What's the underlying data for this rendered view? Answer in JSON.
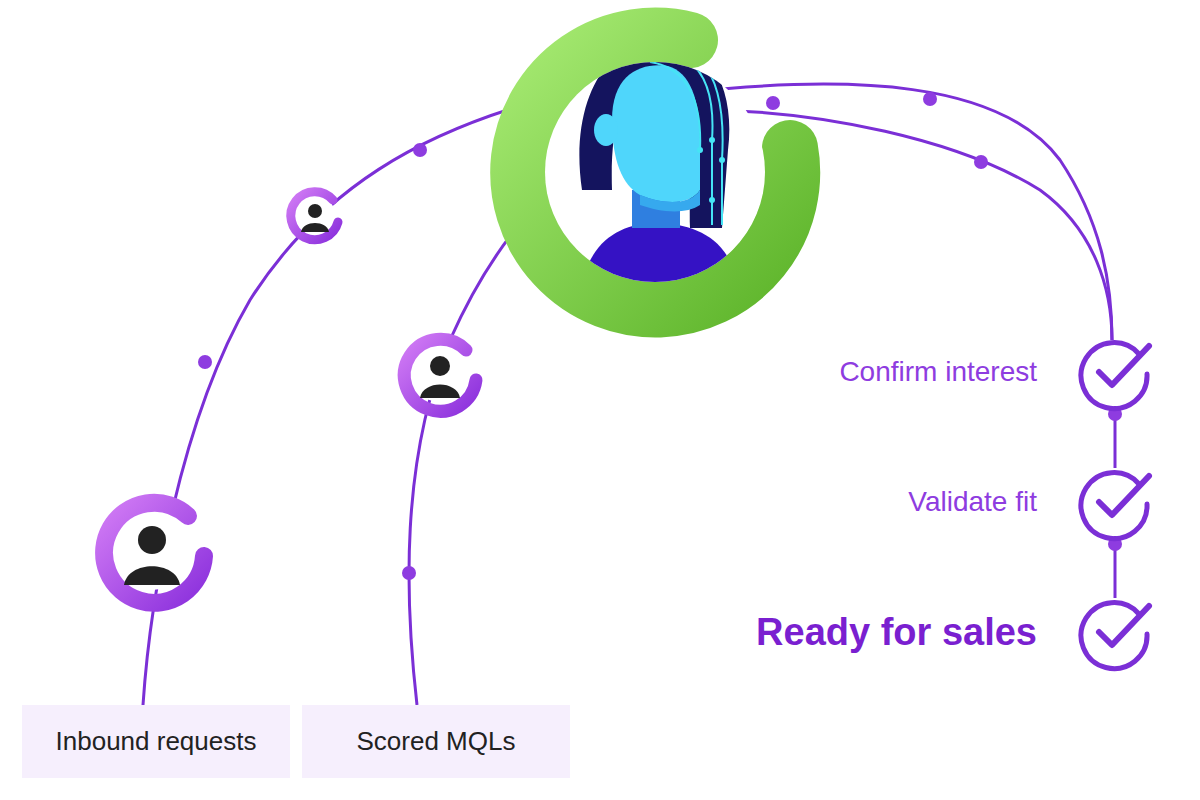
{
  "diagram": {
    "nodes": [
      {
        "text": [
          "Inbound requests"
        ]
      },
      {
        "text": [
          "Scored MQLs"
        ]
      },
      {
        "text": [
          "Confirm interest"
        ]
      },
      {
        "text": [
          "Validate fit"
        ]
      },
      {
        "text": [
          "Ready for sales"
        ]
      }
    ],
    "edges": [
      {
        "from": 2,
        "to": 3,
        "arrow": "none"
      },
      {
        "from": 3,
        "to": 4,
        "arrow": "none"
      }
    ]
  }
}
